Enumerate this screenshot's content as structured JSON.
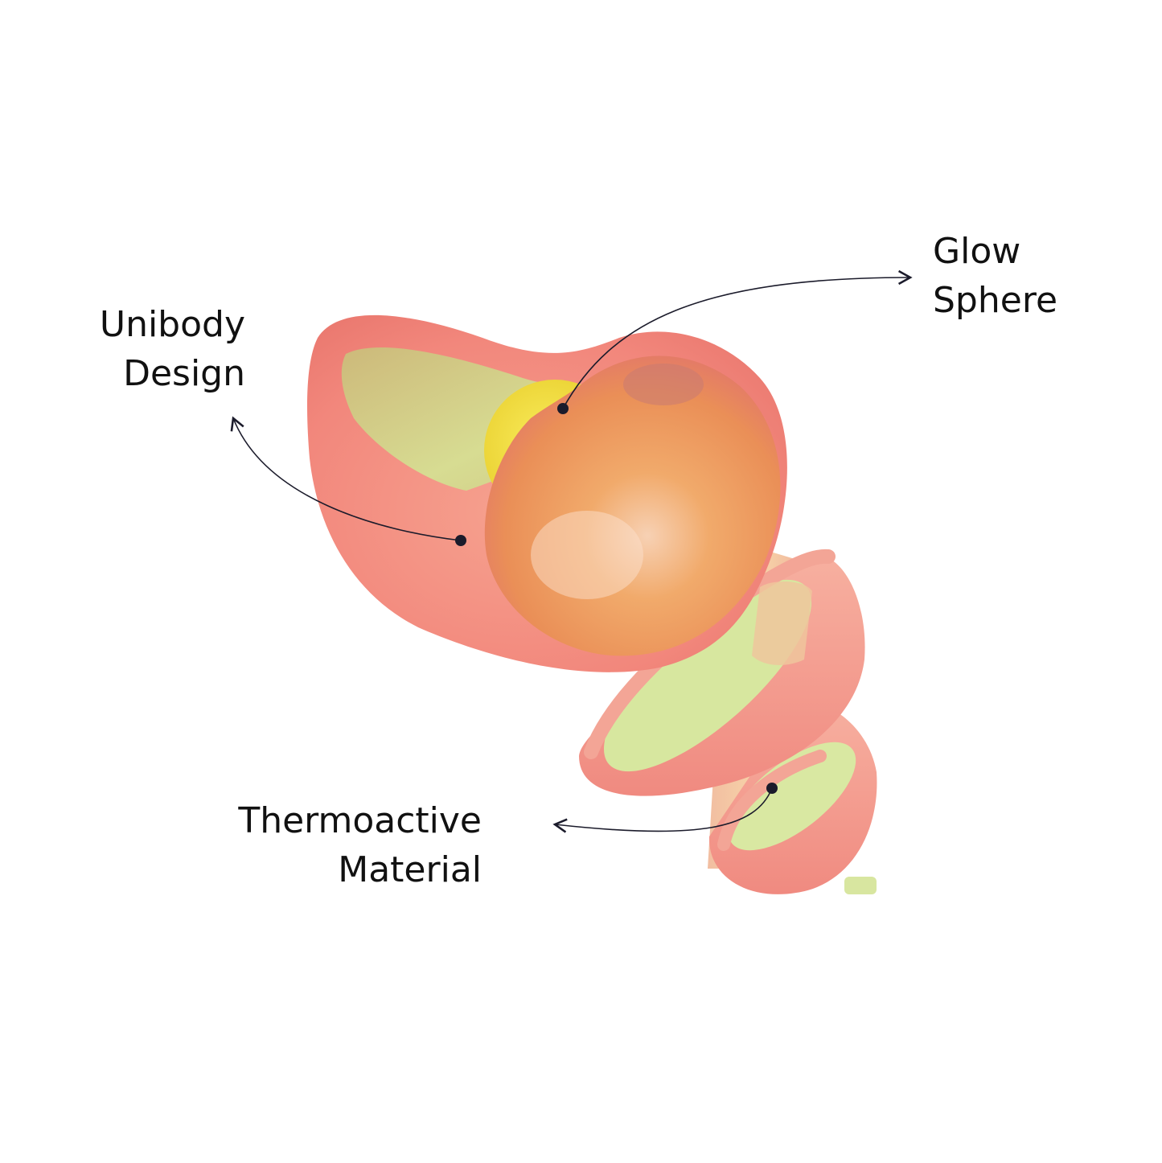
{
  "callouts": {
    "unibody": {
      "line1": "Unibody",
      "line2": "Design"
    },
    "glow": {
      "line1": "Glow",
      "line2": "Sphere"
    },
    "thermo": {
      "line1": "Thermoactive",
      "line2": "Material"
    }
  },
  "colors": {
    "background": "#ffffff",
    "body_pink": "#f2877c",
    "inner_green": "#d6e39a",
    "sphere_orange": "#f0a257",
    "glow_yellow": "#f5e03a",
    "leader_line": "#1b1b2b"
  },
  "icons": [
    "earplug-illustration",
    "leader-dot",
    "arrow-head"
  ]
}
